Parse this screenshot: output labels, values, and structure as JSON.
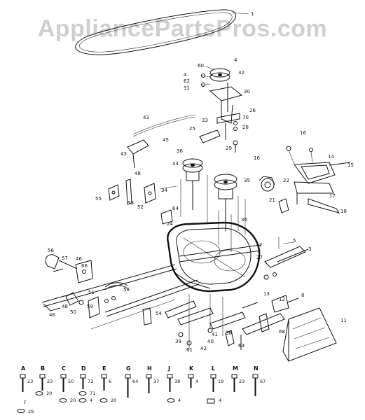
{
  "watermark": "AppliancePartsPros.com",
  "callouts": [
    {
      "id": "c1",
      "text": "1"
    },
    {
      "id": "c2",
      "text": "4"
    },
    {
      "id": "c3",
      "text": "60"
    },
    {
      "id": "c4",
      "text": "32"
    },
    {
      "id": "c5",
      "text": "4"
    },
    {
      "id": "c6",
      "text": "62"
    },
    {
      "id": "c7",
      "text": "31"
    },
    {
      "id": "c8",
      "text": "30"
    },
    {
      "id": "c9",
      "text": "26"
    },
    {
      "id": "c10",
      "text": "70"
    },
    {
      "id": "c11",
      "text": "28"
    },
    {
      "id": "c12",
      "text": "33"
    },
    {
      "id": "c13",
      "text": "43"
    },
    {
      "id": "c14",
      "text": "25"
    },
    {
      "id": "c15",
      "text": "29"
    },
    {
      "id": "c16",
      "text": "45"
    },
    {
      "id": "c17",
      "text": "43"
    },
    {
      "id": "c18",
      "text": "48"
    },
    {
      "id": "c19",
      "text": "44"
    },
    {
      "id": "c20",
      "text": "36"
    },
    {
      "id": "c21",
      "text": "16"
    },
    {
      "id": "c22",
      "text": "16"
    },
    {
      "id": "c23",
      "text": "14"
    },
    {
      "id": "c24",
      "text": "15"
    },
    {
      "id": "c25",
      "text": "55"
    },
    {
      "id": "c26",
      "text": "53"
    },
    {
      "id": "c27",
      "text": "52"
    },
    {
      "id": "c28",
      "text": "34"
    },
    {
      "id": "c29",
      "text": "35"
    },
    {
      "id": "c30",
      "text": "22"
    },
    {
      "id": "c31",
      "text": "17"
    },
    {
      "id": "c32",
      "text": "18"
    },
    {
      "id": "c33",
      "text": "21"
    },
    {
      "id": "c34",
      "text": "64"
    },
    {
      "id": "c35",
      "text": "24"
    },
    {
      "id": "c36",
      "text": "36"
    },
    {
      "id": "c37",
      "text": "56"
    },
    {
      "id": "c38",
      "text": "57"
    },
    {
      "id": "c39",
      "text": "46"
    },
    {
      "id": "c40",
      "text": "66"
    },
    {
      "id": "c41",
      "text": "58"
    },
    {
      "id": "c42",
      "text": "48"
    },
    {
      "id": "c43",
      "text": "46"
    },
    {
      "id": "c44",
      "text": "50"
    },
    {
      "id": "c45",
      "text": "51"
    },
    {
      "id": "c46",
      "text": "59"
    },
    {
      "id": "c47",
      "text": "3"
    },
    {
      "id": "c48",
      "text": "5"
    },
    {
      "id": "c49",
      "text": "27"
    },
    {
      "id": "c50",
      "text": "2"
    },
    {
      "id": "c51",
      "text": "54"
    },
    {
      "id": "c52",
      "text": "39"
    },
    {
      "id": "c53",
      "text": "61"
    },
    {
      "id": "c54",
      "text": "40"
    },
    {
      "id": "c55",
      "text": "42"
    },
    {
      "id": "c56",
      "text": "41"
    },
    {
      "id": "c57",
      "text": "13"
    },
    {
      "id": "c58",
      "text": "12"
    },
    {
      "id": "c59",
      "text": "11"
    },
    {
      "id": "c60",
      "text": "63"
    },
    {
      "id": "c61",
      "text": "68"
    },
    {
      "id": "c62",
      "text": "8"
    },
    {
      "id": "c63",
      "text": "38"
    }
  ],
  "hardware": [
    {
      "letter": "A",
      "number": "23"
    },
    {
      "letter": "B",
      "number": "23"
    },
    {
      "letter": "C",
      "number": "50"
    },
    {
      "letter": "D",
      "number": "72"
    },
    {
      "letter": "E",
      "number": "6"
    },
    {
      "letter": "G",
      "number": "64"
    },
    {
      "letter": "H",
      "number": "37"
    },
    {
      "letter": "J",
      "number": "38"
    },
    {
      "letter": "K",
      "number": "4"
    },
    {
      "letter": "L",
      "number": "19"
    },
    {
      "letter": "M",
      "number": "23"
    },
    {
      "letter": "N",
      "number": "67"
    }
  ],
  "hardware_extras": [
    {
      "id": "e1",
      "text": "F"
    },
    {
      "id": "e2",
      "text": "20"
    },
    {
      "id": "e3",
      "text": "29"
    },
    {
      "id": "e4",
      "text": "20"
    },
    {
      "id": "e5",
      "text": "71"
    },
    {
      "id": "e6",
      "text": "4"
    },
    {
      "id": "e7",
      "text": "20"
    },
    {
      "id": "e8",
      "text": "4"
    },
    {
      "id": "e9",
      "text": "4"
    }
  ]
}
